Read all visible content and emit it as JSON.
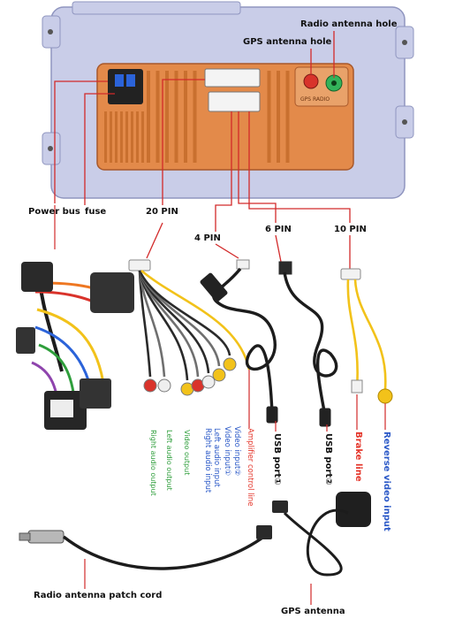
{
  "labels": {
    "radio_antenna_hole": "Radio antenna hole",
    "gps_antenna_hole": "GPS antenna hole",
    "power_bus": "Power bus",
    "fuse": "fuse",
    "pin20": "20 PIN",
    "pin4": "4 PIN",
    "pin6": "6 PIN",
    "pin10": "10 PIN",
    "socket_print": "GPS RADIO",
    "radio_patch_cord": "Radio antenna patch cord",
    "gps_antenna": "GPS antenna"
  },
  "vertical_labels": [
    {
      "text": "Right audio output",
      "color": "#2e9e3b"
    },
    {
      "text": "Left audio output",
      "color": "#2e9e3b"
    },
    {
      "text": "Video output",
      "color": "#2e9e3b"
    },
    {
      "text": "Right audio input",
      "color": "#2a58c7"
    },
    {
      "text": "Left audio input",
      "color": "#2a58c7"
    },
    {
      "text": "Video input①",
      "color": "#2a58c7"
    },
    {
      "text": "Video input②",
      "color": "#2a58c7"
    },
    {
      "text": "Amplifier control line",
      "color": "#e4352a"
    },
    {
      "text": "USB port①",
      "color": "#111111"
    },
    {
      "text": "USB port②",
      "color": "#111111"
    },
    {
      "text": "Brake line",
      "color": "#e4352a"
    },
    {
      "text": "Reverse video input",
      "color": "#2a58c7"
    }
  ],
  "colors": {
    "panel": "#c9cde8",
    "panel_edge": "#8f95bf",
    "connector_board": "#e38a4a",
    "connector_dark": "#a8582a",
    "leader_line": "#d22a2a",
    "cable": "#1c1c1c",
    "rca_red": "#d9332b",
    "rca_white": "#eeeeee",
    "rca_yellow": "#f2c21a"
  }
}
